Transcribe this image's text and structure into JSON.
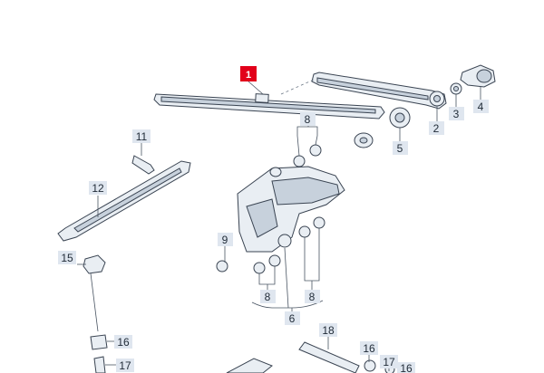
{
  "callouts": {
    "c1": "1",
    "c2": "2",
    "c3": "3",
    "c4": "4",
    "c5": "5",
    "c6": "6",
    "c8a": "8",
    "c8b": "8",
    "c8c": "8",
    "c9": "9",
    "c11": "11",
    "c12": "12",
    "c15": "15",
    "c16a": "16",
    "c16b": "16",
    "c16c": "16",
    "c17a": "17",
    "c17b": "17",
    "c18": "18"
  },
  "colors": {
    "highlight": "#e2001a",
    "callout_bg": "#dfe6ef",
    "line": "#3a4452"
  }
}
